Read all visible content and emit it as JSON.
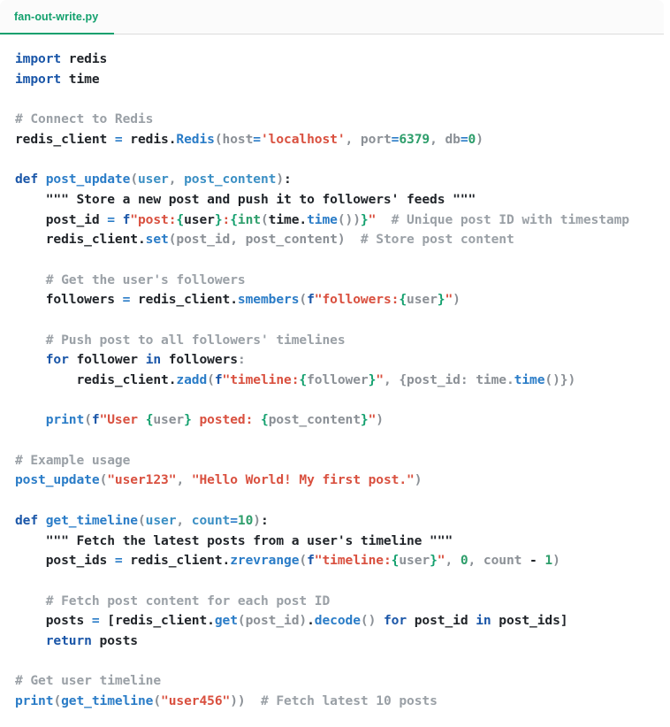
{
  "window": {
    "kind": "code-editor",
    "background": "#ffffff"
  },
  "tabbar": {
    "tabs": [
      {
        "label": "fan-out-write.py",
        "active": true,
        "language": "python"
      }
    ]
  },
  "colors": {
    "tab_accent": "#13a06e",
    "keyword": "#1a56a8",
    "function": "#2a7cc7",
    "string": "#d9503f",
    "number": "#2e9e6b",
    "comment": "#9aa0a6",
    "fstring_brace": "#13a06e",
    "parameter": "#3b8fc4",
    "text": "#1f2328",
    "tabbar_background": "#fbfbfb",
    "editor_background": "#ffffff",
    "border": "#dcdcdc"
  },
  "editor": {
    "language": "python",
    "filename": "fan-out-write.py",
    "source_lines": [
      "import redis",
      "import time",
      "",
      "# Connect to Redis",
      "redis_client = redis.Redis(host='localhost', port=6379, db=0)",
      "",
      "def post_update(user, post_content):",
      "    \"\"\" Store a new post and push it to followers' feeds \"\"\"",
      "    post_id = f\"post:{user}:{int(time.time())}\"  # Unique post ID with timestamp",
      "    redis_client.set(post_id, post_content)  # Store post content",
      "",
      "    # Get the user's followers",
      "    followers = redis_client.smembers(f\"followers:{user}\")",
      "",
      "    # Push post to all followers' timelines",
      "    for follower in followers:",
      "        redis_client.zadd(f\"timeline:{follower}\", {post_id: time.time()})",
      "",
      "    print(f\"User {user} posted: {post_content}\")",
      "",
      "# Example usage",
      "post_update(\"user123\", \"Hello World! My first post.\")",
      "",
      "def get_timeline(user, count=10):",
      "    \"\"\" Fetch the latest posts from a user's timeline \"\"\"",
      "    post_ids = redis_client.zrevrange(f\"timeline:{user}\", 0, count - 1)",
      "",
      "    # Fetch post content for each post ID",
      "    posts = [redis_client.get(post_id).decode() for post_id in post_ids]",
      "    return posts",
      "",
      "# Get user timeline",
      "print(get_timeline(\"user456\"))  # Fetch latest 10 posts"
    ],
    "tokens": [
      [
        {
          "t": "import",
          "c": "t-kw"
        },
        {
          "t": " redis",
          "c": "t-txt"
        }
      ],
      [
        {
          "t": "import",
          "c": "t-kw"
        },
        {
          "t": " time",
          "c": "t-txt"
        }
      ],
      [],
      [
        {
          "t": "# Connect to Redis",
          "c": "t-com"
        }
      ],
      [
        {
          "t": "redis_client ",
          "c": "t-txt"
        },
        {
          "t": "=",
          "c": "t-op"
        },
        {
          "t": " redis",
          "c": "t-txt"
        },
        {
          "t": ".",
          "c": "t-txt"
        },
        {
          "t": "Redis",
          "c": "t-fn"
        },
        {
          "t": "(",
          "c": "t-pun"
        },
        {
          "t": "host",
          "c": "t-pun"
        },
        {
          "t": "=",
          "c": "t-op"
        },
        {
          "t": "'localhost'",
          "c": "t-str"
        },
        {
          "t": ", ",
          "c": "t-pun"
        },
        {
          "t": "port",
          "c": "t-pun"
        },
        {
          "t": "=",
          "c": "t-op"
        },
        {
          "t": "6379",
          "c": "t-num"
        },
        {
          "t": ", ",
          "c": "t-pun"
        },
        {
          "t": "db",
          "c": "t-pun"
        },
        {
          "t": "=",
          "c": "t-op"
        },
        {
          "t": "0",
          "c": "t-num"
        },
        {
          "t": ")",
          "c": "t-pun"
        }
      ],
      [],
      [
        {
          "t": "def",
          "c": "t-kw"
        },
        {
          "t": " ",
          "c": "t-txt"
        },
        {
          "t": "post_update",
          "c": "t-def"
        },
        {
          "t": "(",
          "c": "t-pun"
        },
        {
          "t": "user",
          "c": "t-prm"
        },
        {
          "t": ", ",
          "c": "t-pun"
        },
        {
          "t": "post_content",
          "c": "t-prm"
        },
        {
          "t": ")",
          "c": "t-pun"
        },
        {
          "t": ":",
          "c": "t-txt"
        }
      ],
      [
        {
          "t": "    \"\"\" Store a new post and push it to followers' feeds \"\"\"",
          "c": "t-txt"
        }
      ],
      [
        {
          "t": "    post_id ",
          "c": "t-txt"
        },
        {
          "t": "=",
          "c": "t-op"
        },
        {
          "t": " ",
          "c": "t-txt"
        },
        {
          "t": "f",
          "c": "t-kw"
        },
        {
          "t": "\"post:",
          "c": "t-str"
        },
        {
          "t": "{",
          "c": "t-brc"
        },
        {
          "t": "user",
          "c": "t-txt"
        },
        {
          "t": "}",
          "c": "t-brc"
        },
        {
          "t": ":",
          "c": "t-str"
        },
        {
          "t": "{",
          "c": "t-brc"
        },
        {
          "t": "int",
          "c": "t-bi"
        },
        {
          "t": "(",
          "c": "t-pun"
        },
        {
          "t": "time",
          "c": "t-txt"
        },
        {
          "t": ".",
          "c": "t-txt"
        },
        {
          "t": "time",
          "c": "t-fn"
        },
        {
          "t": "()",
          "c": "t-pun"
        },
        {
          "t": ")",
          "c": "t-pun"
        },
        {
          "t": "}",
          "c": "t-brc"
        },
        {
          "t": "\"",
          "c": "t-str"
        },
        {
          "t": "  # Unique post ID with timestamp",
          "c": "t-com"
        }
      ],
      [
        {
          "t": "    redis_client",
          "c": "t-txt"
        },
        {
          "t": ".",
          "c": "t-txt"
        },
        {
          "t": "set",
          "c": "t-fn"
        },
        {
          "t": "(",
          "c": "t-pun"
        },
        {
          "t": "post_id",
          "c": "t-pun"
        },
        {
          "t": ", ",
          "c": "t-pun"
        },
        {
          "t": "post_content",
          "c": "t-pun"
        },
        {
          "t": ")",
          "c": "t-pun"
        },
        {
          "t": "  # Store post content",
          "c": "t-com"
        }
      ],
      [],
      [
        {
          "t": "    # Get the user's followers",
          "c": "t-com"
        }
      ],
      [
        {
          "t": "    followers ",
          "c": "t-txt"
        },
        {
          "t": "=",
          "c": "t-op"
        },
        {
          "t": " redis_client",
          "c": "t-txt"
        },
        {
          "t": ".",
          "c": "t-txt"
        },
        {
          "t": "smembers",
          "c": "t-fn"
        },
        {
          "t": "(",
          "c": "t-pun"
        },
        {
          "t": "f",
          "c": "t-kw"
        },
        {
          "t": "\"followers:",
          "c": "t-str"
        },
        {
          "t": "{",
          "c": "t-brc"
        },
        {
          "t": "user",
          "c": "t-pun"
        },
        {
          "t": "}",
          "c": "t-brc"
        },
        {
          "t": "\"",
          "c": "t-str"
        },
        {
          "t": ")",
          "c": "t-pun"
        }
      ],
      [],
      [
        {
          "t": "    # Push post to all followers' timelines",
          "c": "t-com"
        }
      ],
      [
        {
          "t": "    ",
          "c": "t-txt"
        },
        {
          "t": "for",
          "c": "t-kw"
        },
        {
          "t": " follower ",
          "c": "t-txt"
        },
        {
          "t": "in",
          "c": "t-kw"
        },
        {
          "t": " followers",
          "c": "t-txt"
        },
        {
          "t": ":",
          "c": "t-pun"
        }
      ],
      [
        {
          "t": "        redis_client",
          "c": "t-txt"
        },
        {
          "t": ".",
          "c": "t-txt"
        },
        {
          "t": "zadd",
          "c": "t-fn"
        },
        {
          "t": "(",
          "c": "t-pun"
        },
        {
          "t": "f",
          "c": "t-kw"
        },
        {
          "t": "\"timeline:",
          "c": "t-str"
        },
        {
          "t": "{",
          "c": "t-brc"
        },
        {
          "t": "follower",
          "c": "t-pun"
        },
        {
          "t": "}",
          "c": "t-brc"
        },
        {
          "t": "\"",
          "c": "t-str"
        },
        {
          "t": ", ",
          "c": "t-pun"
        },
        {
          "t": "{",
          "c": "t-pun"
        },
        {
          "t": "post_id",
          "c": "t-pun"
        },
        {
          "t": ": ",
          "c": "t-pun"
        },
        {
          "t": "time",
          "c": "t-pun"
        },
        {
          "t": ".",
          "c": "t-pun"
        },
        {
          "t": "time",
          "c": "t-fn"
        },
        {
          "t": "()",
          "c": "t-pun"
        },
        {
          "t": "}",
          "c": "t-pun"
        },
        {
          "t": ")",
          "c": "t-pun"
        }
      ],
      [],
      [
        {
          "t": "    ",
          "c": "t-txt"
        },
        {
          "t": "print",
          "c": "t-fn"
        },
        {
          "t": "(",
          "c": "t-pun"
        },
        {
          "t": "f",
          "c": "t-kw"
        },
        {
          "t": "\"User ",
          "c": "t-str"
        },
        {
          "t": "{",
          "c": "t-brc"
        },
        {
          "t": "user",
          "c": "t-pun"
        },
        {
          "t": "}",
          "c": "t-brc"
        },
        {
          "t": " posted: ",
          "c": "t-str"
        },
        {
          "t": "{",
          "c": "t-brc"
        },
        {
          "t": "post_content",
          "c": "t-pun"
        },
        {
          "t": "}",
          "c": "t-brc"
        },
        {
          "t": "\"",
          "c": "t-str"
        },
        {
          "t": ")",
          "c": "t-pun"
        }
      ],
      [],
      [
        {
          "t": "# Example usage",
          "c": "t-com"
        }
      ],
      [
        {
          "t": "post_update",
          "c": "t-fn"
        },
        {
          "t": "(",
          "c": "t-pun"
        },
        {
          "t": "\"user123\"",
          "c": "t-str"
        },
        {
          "t": ", ",
          "c": "t-pun"
        },
        {
          "t": "\"Hello World! My first post.\"",
          "c": "t-str"
        },
        {
          "t": ")",
          "c": "t-pun"
        }
      ],
      [],
      [
        {
          "t": "def",
          "c": "t-kw"
        },
        {
          "t": " ",
          "c": "t-txt"
        },
        {
          "t": "get_timeline",
          "c": "t-def"
        },
        {
          "t": "(",
          "c": "t-pun"
        },
        {
          "t": "user",
          "c": "t-prm"
        },
        {
          "t": ", ",
          "c": "t-pun"
        },
        {
          "t": "count",
          "c": "t-prm"
        },
        {
          "t": "=",
          "c": "t-op"
        },
        {
          "t": "10",
          "c": "t-num"
        },
        {
          "t": ")",
          "c": "t-pun"
        },
        {
          "t": ":",
          "c": "t-txt"
        }
      ],
      [
        {
          "t": "    \"\"\" Fetch the latest posts from a user's timeline \"\"\"",
          "c": "t-txt"
        }
      ],
      [
        {
          "t": "    post_ids ",
          "c": "t-txt"
        },
        {
          "t": "=",
          "c": "t-op"
        },
        {
          "t": " redis_client",
          "c": "t-txt"
        },
        {
          "t": ".",
          "c": "t-txt"
        },
        {
          "t": "zrevrange",
          "c": "t-fn"
        },
        {
          "t": "(",
          "c": "t-pun"
        },
        {
          "t": "f",
          "c": "t-kw"
        },
        {
          "t": "\"timeline:",
          "c": "t-str"
        },
        {
          "t": "{",
          "c": "t-brc"
        },
        {
          "t": "user",
          "c": "t-pun"
        },
        {
          "t": "}",
          "c": "t-brc"
        },
        {
          "t": "\"",
          "c": "t-str"
        },
        {
          "t": ", ",
          "c": "t-pun"
        },
        {
          "t": "0",
          "c": "t-num"
        },
        {
          "t": ", ",
          "c": "t-pun"
        },
        {
          "t": "count ",
          "c": "t-pun"
        },
        {
          "t": "-",
          "c": "t-txt"
        },
        {
          "t": " ",
          "c": "t-pun"
        },
        {
          "t": "1",
          "c": "t-num"
        },
        {
          "t": ")",
          "c": "t-pun"
        }
      ],
      [],
      [
        {
          "t": "    # Fetch post content for each post ID",
          "c": "t-com"
        }
      ],
      [
        {
          "t": "    posts ",
          "c": "t-txt"
        },
        {
          "t": "=",
          "c": "t-op"
        },
        {
          "t": " [",
          "c": "t-txt"
        },
        {
          "t": "redis_client",
          "c": "t-txt"
        },
        {
          "t": ".",
          "c": "t-txt"
        },
        {
          "t": "get",
          "c": "t-fn"
        },
        {
          "t": "(",
          "c": "t-pun"
        },
        {
          "t": "post_id",
          "c": "t-pun"
        },
        {
          "t": ")",
          "c": "t-pun"
        },
        {
          "t": ".",
          "c": "t-txt"
        },
        {
          "t": "decode",
          "c": "t-fn"
        },
        {
          "t": "()",
          "c": "t-pun"
        },
        {
          "t": " ",
          "c": "t-txt"
        },
        {
          "t": "for",
          "c": "t-kw"
        },
        {
          "t": " post_id ",
          "c": "t-txt"
        },
        {
          "t": "in",
          "c": "t-kw"
        },
        {
          "t": " post_ids]",
          "c": "t-txt"
        }
      ],
      [
        {
          "t": "    ",
          "c": "t-txt"
        },
        {
          "t": "return",
          "c": "t-kw"
        },
        {
          "t": " posts",
          "c": "t-txt"
        }
      ],
      [],
      [
        {
          "t": "# Get user timeline",
          "c": "t-com"
        }
      ],
      [
        {
          "t": "print",
          "c": "t-fn"
        },
        {
          "t": "(",
          "c": "t-pun"
        },
        {
          "t": "get_timeline",
          "c": "t-fn"
        },
        {
          "t": "(",
          "c": "t-pun"
        },
        {
          "t": "\"user456\"",
          "c": "t-str"
        },
        {
          "t": ")",
          "c": "t-pun"
        },
        {
          "t": ")",
          "c": "t-pun"
        },
        {
          "t": "  # Fetch latest 10 posts",
          "c": "t-com"
        }
      ]
    ]
  }
}
